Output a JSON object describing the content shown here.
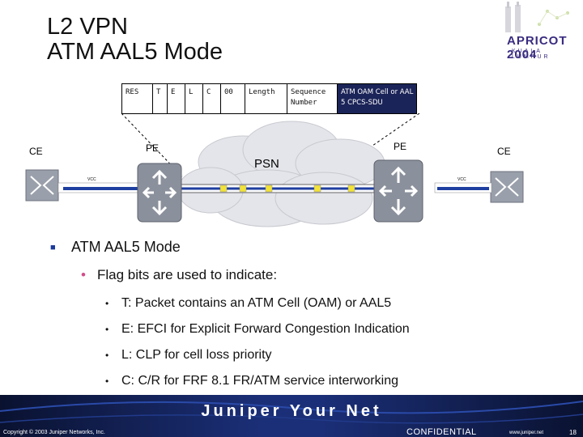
{
  "slide": {
    "title_line1": "L2 VPN",
    "title_line2": "ATM AAL5 Mode",
    "logo_text": "APRICOT 2004",
    "logo_sub": "KUALA LUMPUR"
  },
  "header_fields": [
    "RES",
    "T",
    "E",
    "L",
    "C",
    "00",
    "Length",
    "Sequence Number",
    "ATM OAM Cell or AAL 5 CPCS-SDU"
  ],
  "diagram": {
    "ce_left": "CE",
    "pe_left": "PE",
    "psn": "PSN",
    "pe_right": "PE",
    "ce_right": "CE",
    "vcc_left": "VCC",
    "vcc_right": "VCC"
  },
  "bullets": {
    "level1": "ATM AAL5 Mode",
    "level2": "Flag bits are used to indicate:",
    "level3": [
      "T: Packet contains an ATM Cell (OAM) or AAL5",
      "E: EFCI for Explicit Forward Congestion Indication",
      "L: CLP for cell loss priority",
      "C: C/R for FRF 8.1 FR/ATM service interworking"
    ]
  },
  "footer": {
    "brand": "Juniper Your Net",
    "copyright": "Copyright © 2003 Juniper Networks, Inc.",
    "confidential": "CONFIDENTIAL",
    "url": "www.juniper.net",
    "page": "18"
  },
  "colors": {
    "title": "#111111",
    "accent_blue": "#1b3a9a",
    "accent_pink": "#d24d8a",
    "footer_bg": "#0a1230",
    "header_dark": "#1b2458"
  }
}
